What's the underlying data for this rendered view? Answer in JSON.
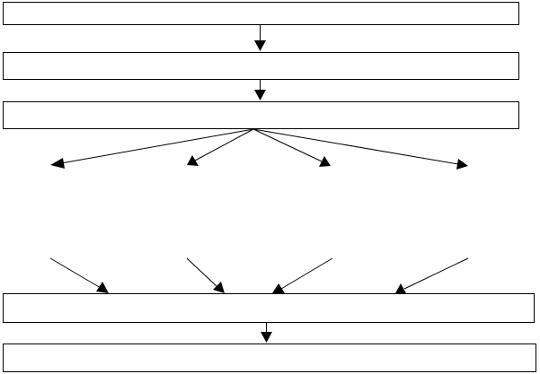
{
  "diagram": {
    "boxes": [
      {
        "id": "box-1",
        "label": ""
      },
      {
        "id": "box-2",
        "label": ""
      },
      {
        "id": "box-3",
        "label": ""
      },
      {
        "id": "box-4",
        "label": ""
      },
      {
        "id": "box-5",
        "label": ""
      }
    ],
    "edges": [
      {
        "from": "box-1",
        "to": "box-2"
      },
      {
        "from": "box-2",
        "to": "box-3"
      },
      {
        "from": "box-3",
        "to": "branch-1"
      },
      {
        "from": "box-3",
        "to": "branch-2"
      },
      {
        "from": "box-3",
        "to": "branch-3"
      },
      {
        "from": "box-3",
        "to": "branch-4"
      },
      {
        "from": "branch-1",
        "to": "box-4"
      },
      {
        "from": "branch-2",
        "to": "box-4"
      },
      {
        "from": "branch-3",
        "to": "box-4"
      },
      {
        "from": "branch-4",
        "to": "box-4"
      },
      {
        "from": "box-4",
        "to": "box-5"
      }
    ]
  }
}
